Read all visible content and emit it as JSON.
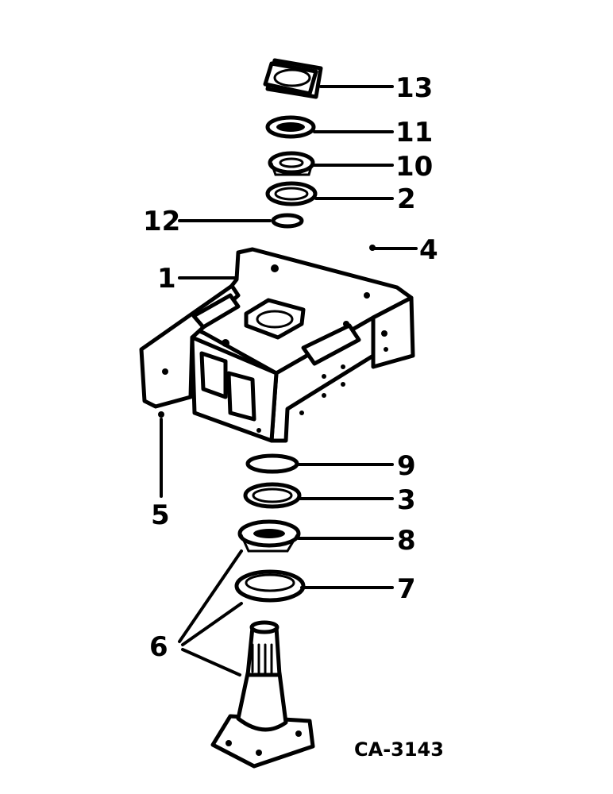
{
  "callouts": {
    "c13": "13",
    "c11": "11",
    "c10": "10",
    "c2": "2",
    "c12": "12",
    "c4": "4",
    "c1": "1",
    "c9": "9",
    "c3": "3",
    "c5": "5",
    "c8": "8",
    "c7": "7",
    "c6": "6"
  },
  "figure_code": "CA-3143"
}
